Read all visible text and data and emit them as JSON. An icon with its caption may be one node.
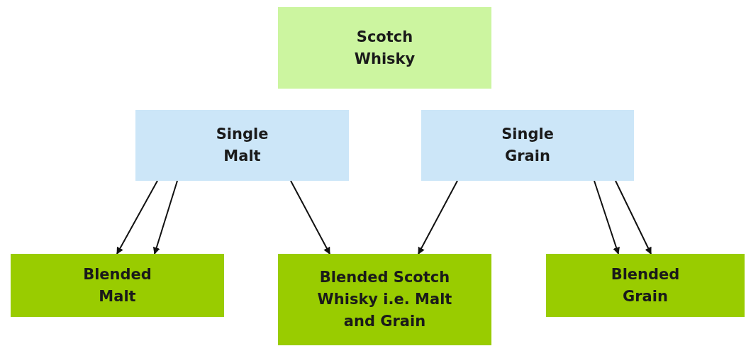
{
  "diagram": {
    "nodes": [
      {
        "text": [
          "Scotch Whisky"
        ]
      },
      {
        "text": [
          "Single Malt"
        ]
      },
      {
        "text": [
          "Single Grain"
        ]
      },
      {
        "text": [
          "Blended Malt"
        ]
      },
      {
        "text": [
          "Blended Scotch Whisky i.e. Malt and Grain"
        ]
      },
      {
        "text": [
          "Blended Grain"
        ]
      }
    ],
    "edges": [
      {
        "from": 1,
        "to": 3,
        "arrow": "to"
      },
      {
        "from": 1,
        "to": 3,
        "arrow": "to"
      },
      {
        "from": 1,
        "to": 4,
        "arrow": "to"
      },
      {
        "from": 2,
        "to": 4,
        "arrow": "to"
      },
      {
        "from": 2,
        "to": 5,
        "arrow": "to"
      },
      {
        "from": 2,
        "to": 5,
        "arrow": "to"
      }
    ]
  }
}
